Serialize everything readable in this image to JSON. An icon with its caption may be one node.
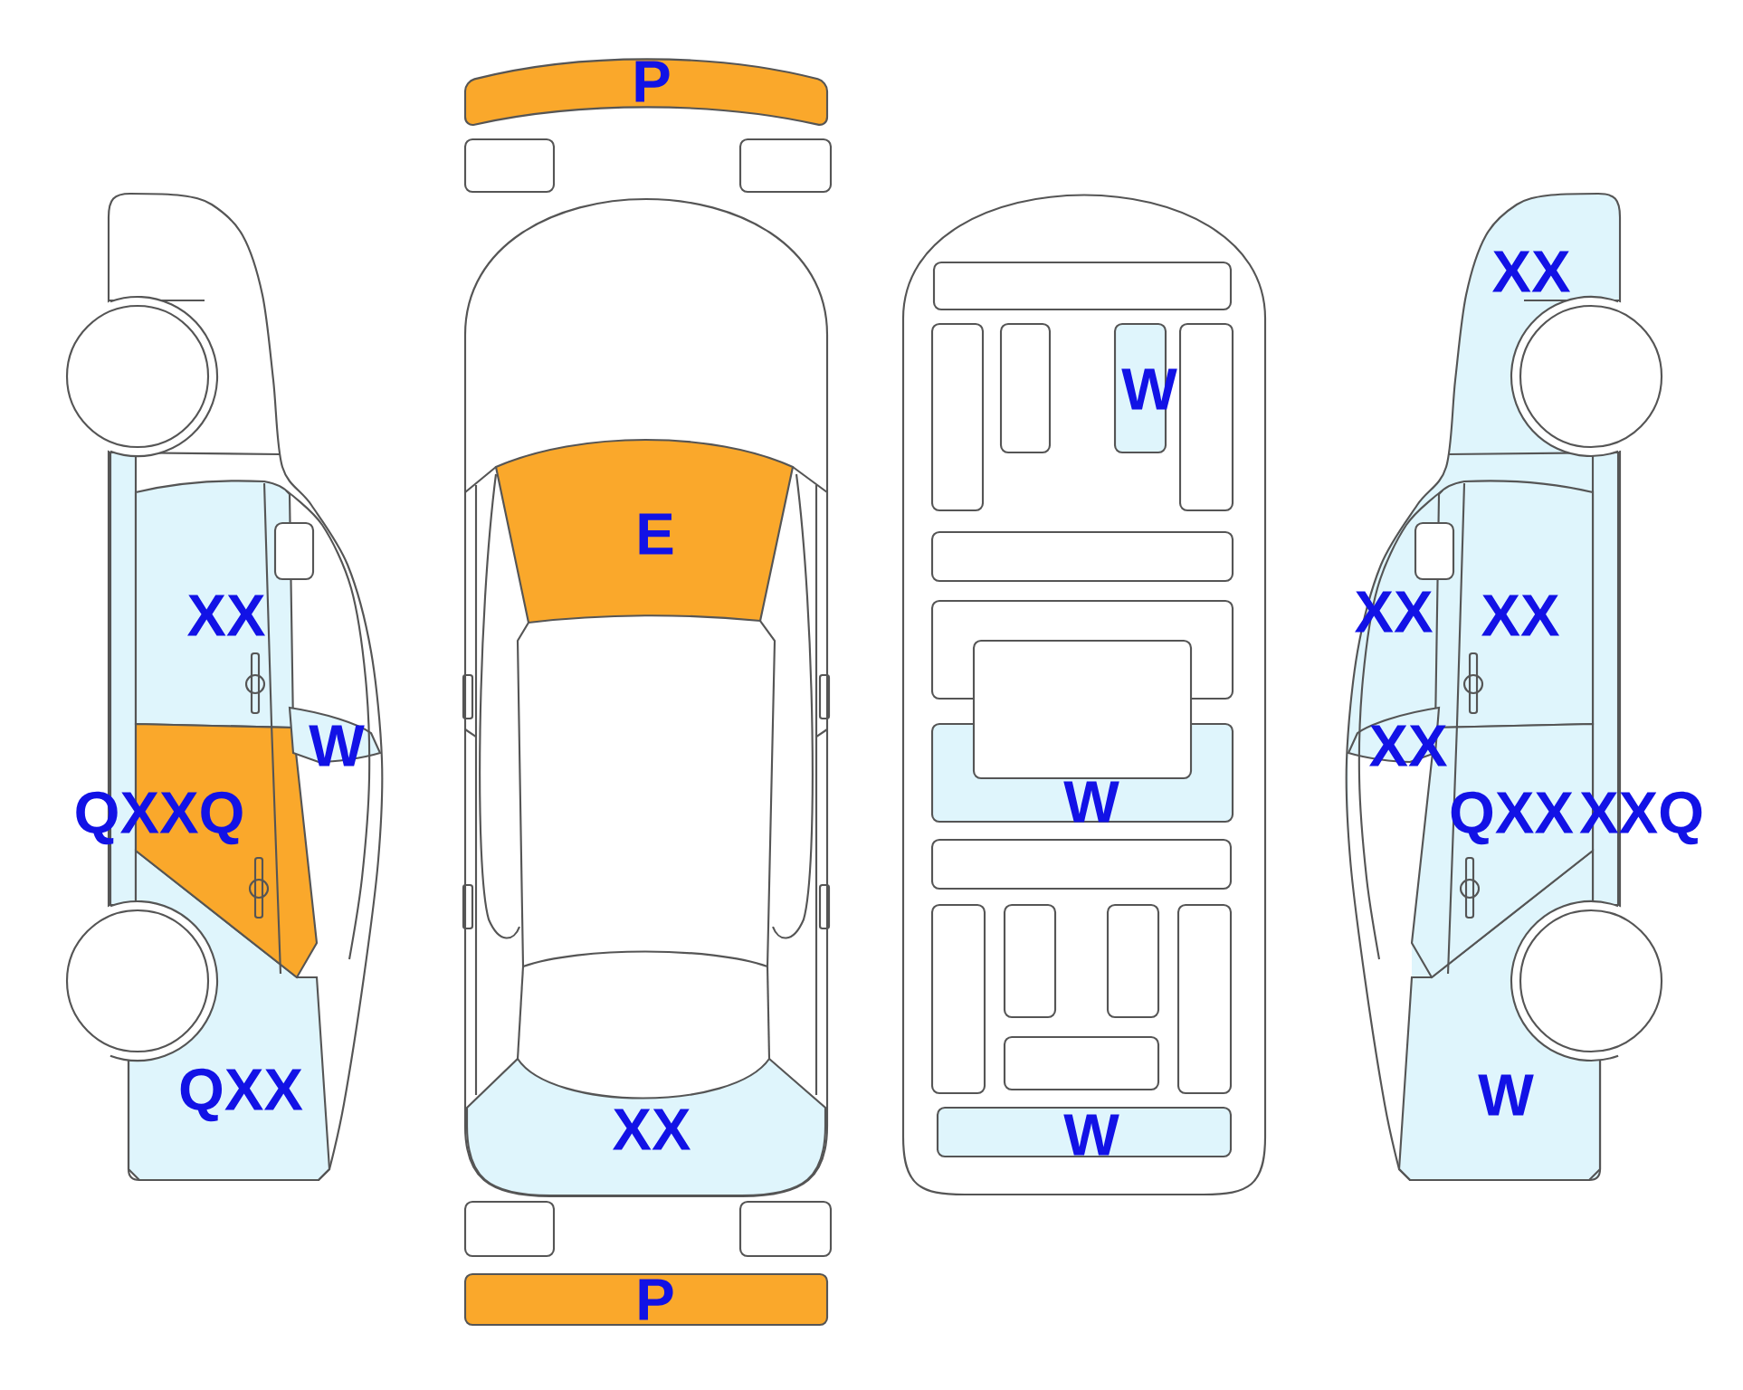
{
  "diagram": {
    "labels": [
      "P",
      "XX",
      "W",
      "E",
      "XX",
      "XX",
      "XX",
      "W",
      "XX",
      "W",
      "QXXQ",
      "QXX",
      "XXQ",
      "QXX",
      "W",
      "XX",
      "W",
      "P"
    ]
  }
}
